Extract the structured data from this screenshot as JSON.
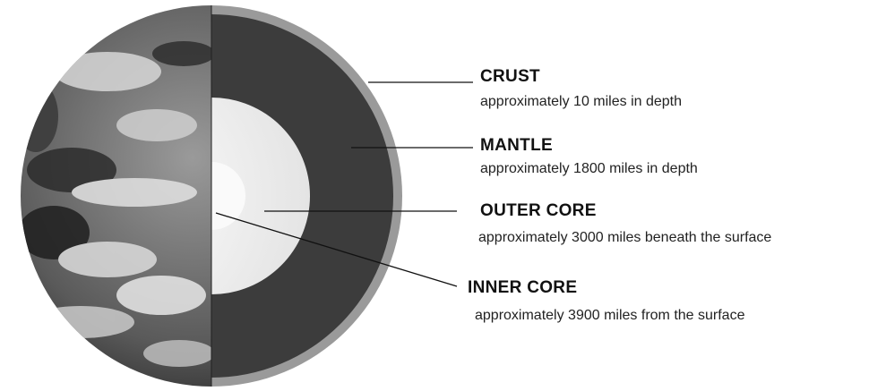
{
  "layers": [
    {
      "name": "CRUST",
      "description": "approximately 10 miles in depth"
    },
    {
      "name": "MANTLE",
      "description": "approximately 1800 miles in depth"
    },
    {
      "name": "OUTER CORE",
      "description": "approximately 3000 miles beneath the surface"
    },
    {
      "name": "INNER CORE",
      "description": "approximately 3900 miles from the surface"
    }
  ],
  "colors": {
    "crust": "#9a9a9a",
    "mantle": "#3c3c3c",
    "outer_core": "#ececec",
    "inner_core": "#fafafa",
    "leader_line": "#111111"
  },
  "icons": {
    "earth": "earth-globe-photo-icon"
  }
}
